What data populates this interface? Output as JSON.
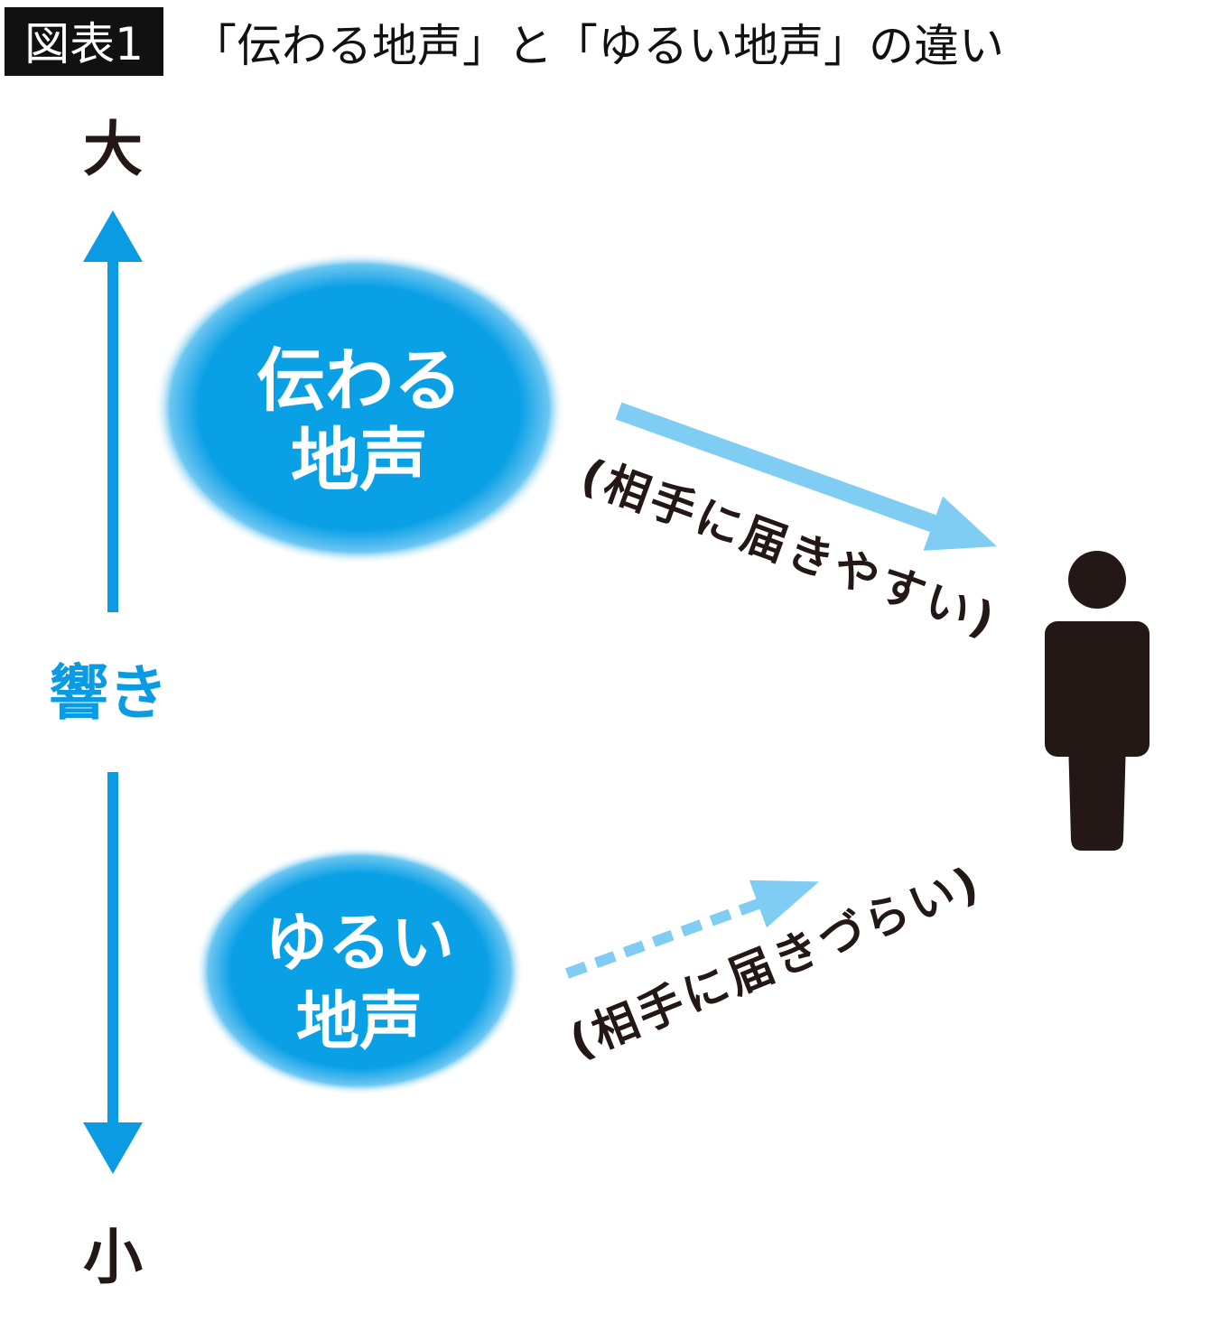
{
  "header": {
    "badge": "図表1",
    "title": "「伝わる地声」と「ゆるい地声」の違い"
  },
  "axis": {
    "top_label": "大",
    "bottom_label": "小",
    "middle_label": "響き"
  },
  "voices": [
    {
      "line1": "伝わる",
      "line2": "地声",
      "caption": "(相手に届きやすい)"
    },
    {
      "line1": "ゆるい",
      "line2": "地声",
      "caption": "(相手に届きづらい)"
    }
  ],
  "colors": {
    "axis_blue": "#0a9be3",
    "arrow_light_blue": "#7fcdf3",
    "ink": "#231815",
    "ellipse_blue": "#0aa0e6"
  }
}
